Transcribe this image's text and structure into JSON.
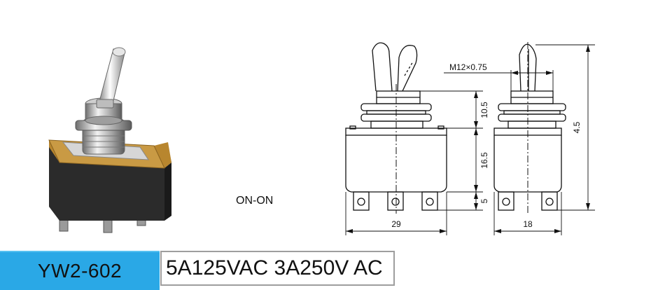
{
  "product": {
    "model": "YW2-602",
    "rating": "5A125VAC 3A250V AC",
    "mode": "ON-ON"
  },
  "dimensions": {
    "thread": "M12×0.75",
    "bushing_height": "10.5",
    "body_height": "16.5",
    "terminal_height": "5",
    "body_width": "29",
    "body_depth": "18",
    "total_height": "4.5"
  },
  "colors": {
    "model_bar": "#2aa8e6",
    "body": "#2b2b2b",
    "base": "#b8862e"
  }
}
